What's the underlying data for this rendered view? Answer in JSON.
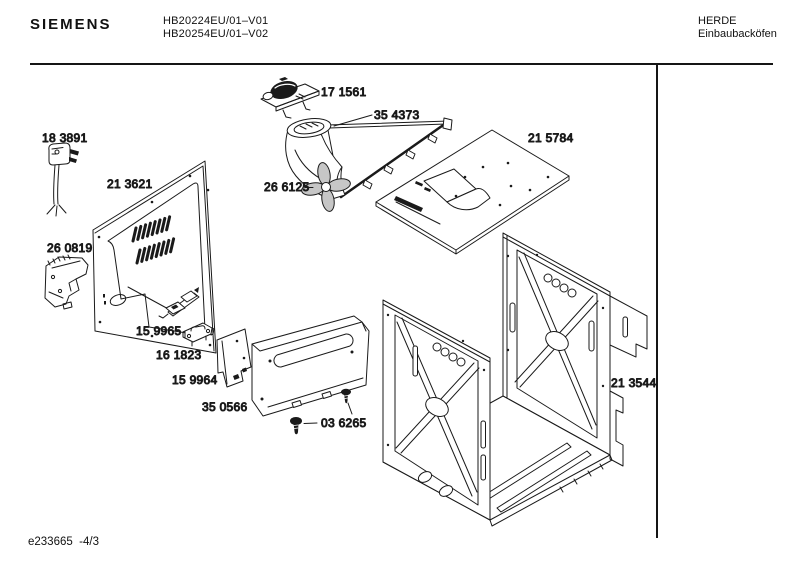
{
  "header": {
    "brand": "SIEMENS",
    "model_line1": "HB20224EU/01–V01",
    "model_line2": "HB20254EU/01–V02",
    "product_line": "HERDE",
    "product_sub": "Einbaubacköfen"
  },
  "footer": {
    "doc_ref": "e233665  -4/3"
  },
  "diagram": {
    "parts": [
      {
        "label": "17 1561"
      },
      {
        "label": "35 4373"
      },
      {
        "label": "21 5784"
      },
      {
        "label": "18 3891"
      },
      {
        "label": "21 3621"
      },
      {
        "label": "26 6125"
      },
      {
        "label": "26 0819"
      },
      {
        "label": "15 9965"
      },
      {
        "label": "16 1823"
      },
      {
        "label": "15 9964"
      },
      {
        "label": "35 0566"
      },
      {
        "label": "03 6265"
      },
      {
        "label": "21 3544"
      }
    ]
  }
}
